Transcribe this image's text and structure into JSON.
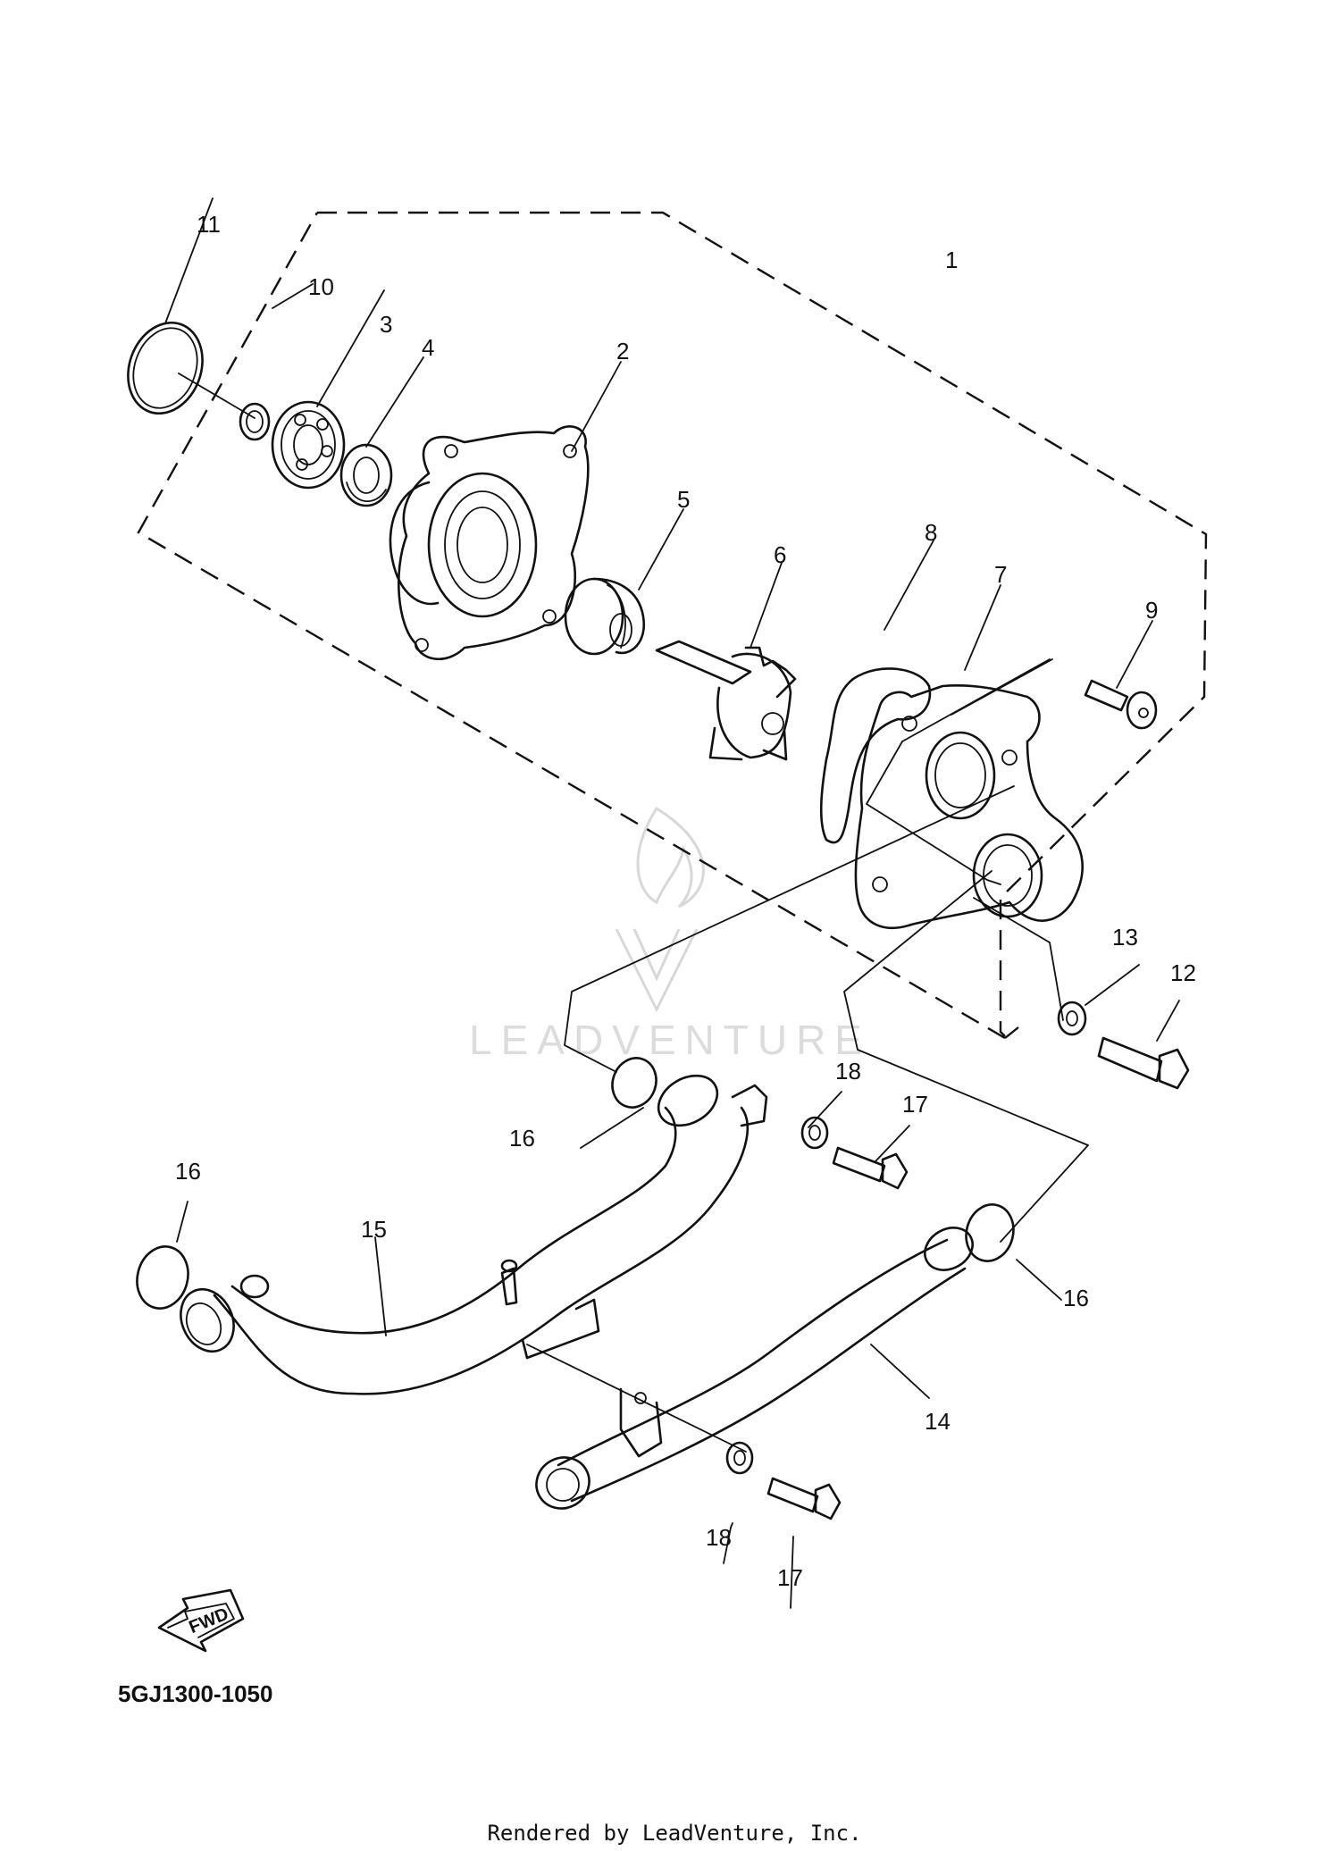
{
  "callouts": [
    {
      "id": "1",
      "text": "1"
    },
    {
      "id": "2",
      "text": "2"
    },
    {
      "id": "3",
      "text": "3"
    },
    {
      "id": "4",
      "text": "4"
    },
    {
      "id": "5",
      "text": "5"
    },
    {
      "id": "6",
      "text": "6"
    },
    {
      "id": "7",
      "text": "7"
    },
    {
      "id": "8",
      "text": "8"
    },
    {
      "id": "9",
      "text": "9"
    },
    {
      "id": "10",
      "text": "10"
    },
    {
      "id": "11",
      "text": "11"
    },
    {
      "id": "12",
      "text": "12"
    },
    {
      "id": "13",
      "text": "13"
    },
    {
      "id": "14",
      "text": "14"
    },
    {
      "id": "15",
      "text": "15"
    },
    {
      "id": "16a",
      "text": "16"
    },
    {
      "id": "16b",
      "text": "16"
    },
    {
      "id": "16c",
      "text": "16"
    },
    {
      "id": "17a",
      "text": "17"
    },
    {
      "id": "17b",
      "text": "17"
    },
    {
      "id": "18a",
      "text": "18"
    },
    {
      "id": "18b",
      "text": "18"
    }
  ],
  "fwd_label": "FWD",
  "diagram_code": "5GJ1300-1050",
  "watermark_text": "LEADVENTURE",
  "footer": "Rendered by LeadVenture, Inc."
}
